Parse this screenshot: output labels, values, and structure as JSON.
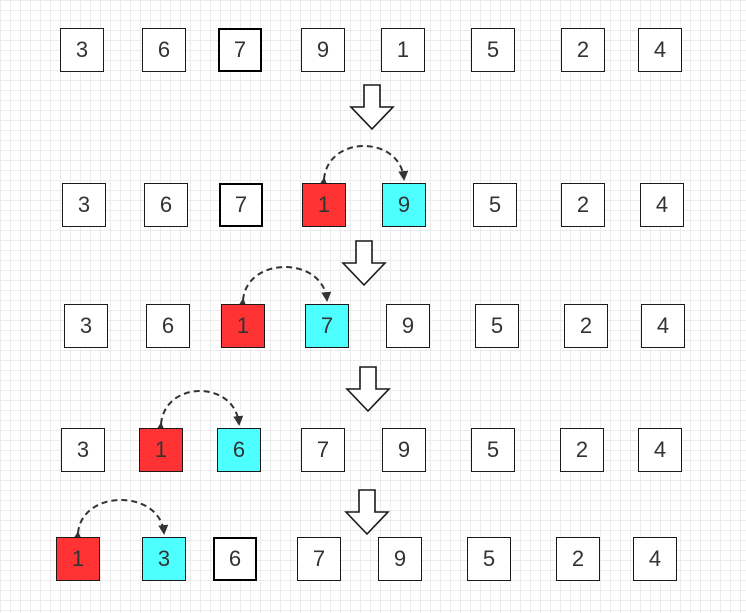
{
  "rows": [
    {
      "cells": [
        {
          "label": "3",
          "color": "#ffffff"
        },
        {
          "label": "6",
          "color": "#ffffff"
        },
        {
          "label": "7",
          "color": "#ffffff"
        },
        {
          "label": "9",
          "color": "#ffffff"
        },
        {
          "label": "1",
          "color": "#ffffff"
        },
        {
          "label": "5",
          "color": "#ffffff"
        },
        {
          "label": "2",
          "color": "#ffffff"
        },
        {
          "label": "4",
          "color": "#ffffff"
        }
      ]
    },
    {
      "cells": [
        {
          "label": "3",
          "color": "#ffffff"
        },
        {
          "label": "6",
          "color": "#ffffff"
        },
        {
          "label": "7",
          "color": "#ffffff"
        },
        {
          "label": "1",
          "color": "#ff3333"
        },
        {
          "label": "9",
          "color": "#4dffff"
        },
        {
          "label": "5",
          "color": "#ffffff"
        },
        {
          "label": "2",
          "color": "#ffffff"
        },
        {
          "label": "4",
          "color": "#ffffff"
        }
      ],
      "swap": [
        3,
        4
      ]
    },
    {
      "cells": [
        {
          "label": "3",
          "color": "#ffffff"
        },
        {
          "label": "6",
          "color": "#ffffff"
        },
        {
          "label": "1",
          "color": "#ff3333"
        },
        {
          "label": "7",
          "color": "#4dffff"
        },
        {
          "label": "9",
          "color": "#ffffff"
        },
        {
          "label": "5",
          "color": "#ffffff"
        },
        {
          "label": "2",
          "color": "#ffffff"
        },
        {
          "label": "4",
          "color": "#ffffff"
        }
      ],
      "swap": [
        2,
        3
      ]
    },
    {
      "cells": [
        {
          "label": "3",
          "color": "#ffffff"
        },
        {
          "label": "1",
          "color": "#ff3333"
        },
        {
          "label": "6",
          "color": "#4dffff"
        },
        {
          "label": "7",
          "color": "#ffffff"
        },
        {
          "label": "9",
          "color": "#ffffff"
        },
        {
          "label": "5",
          "color": "#ffffff"
        },
        {
          "label": "2",
          "color": "#ffffff"
        },
        {
          "label": "4",
          "color": "#ffffff"
        }
      ],
      "swap": [
        1,
        2
      ]
    },
    {
      "cells": [
        {
          "label": "1",
          "color": "#ff3333"
        },
        {
          "label": "3",
          "color": "#4dffff"
        },
        {
          "label": "6",
          "color": "#ffffff"
        },
        {
          "label": "7",
          "color": "#ffffff"
        },
        {
          "label": "9",
          "color": "#ffffff"
        },
        {
          "label": "5",
          "color": "#ffffff"
        },
        {
          "label": "2",
          "color": "#ffffff"
        },
        {
          "label": "4",
          "color": "#ffffff"
        }
      ],
      "swap": [
        0,
        1
      ]
    }
  ],
  "icons": {
    "step_arrow": "down-arrow-icon",
    "swap_arrow": "dashed-curved-double-arrow-icon"
  },
  "colors": {
    "moved_element": "#ff3333",
    "compared_element": "#4dffff",
    "border": "#1a1a1a",
    "arrow": "#333333"
  }
}
